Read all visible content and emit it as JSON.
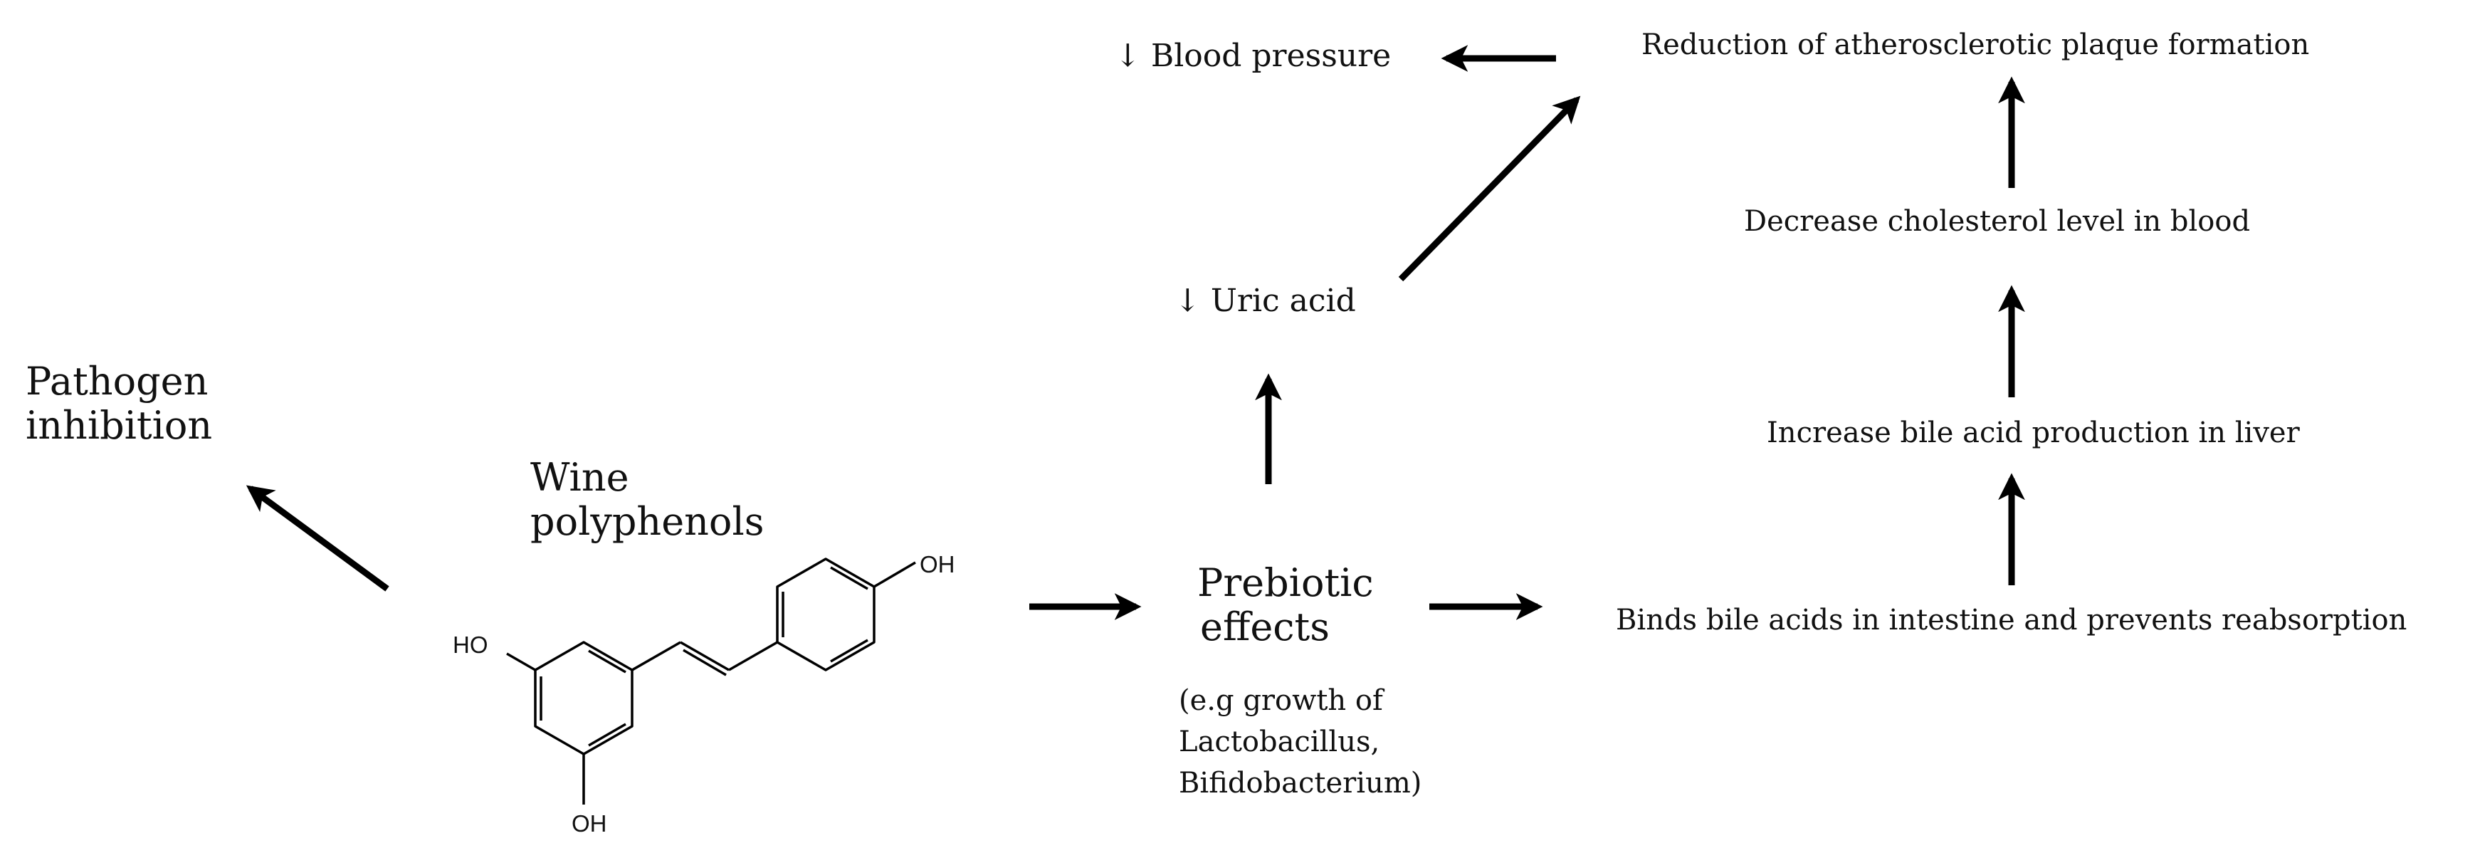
{
  "labels": {
    "pathogen": [
      "Pathogen",
      "inhibition"
    ],
    "wine": [
      "Wine",
      "polyphenols"
    ],
    "prebiotic": [
      "Prebiotic",
      "effects"
    ],
    "prebiotic_examples": [
      "(e.g growth of",
      "Lactobacillus,",
      "Bifidobacterium)"
    ],
    "uric_acid": "↓ Uric acid",
    "blood_pressure": "↓ Blood pressure",
    "plaque": "Reduction of atherosclerotic plaque formation",
    "cholesterol": "Decrease cholesterol level in blood",
    "bile_production": "Increase bile acid production in liver",
    "bile_binding": "Binds bile acids in intestine and prevents reabsorption"
  },
  "molecule": {
    "substituents": [
      "HO",
      "OH",
      "OH"
    ]
  },
  "colors": {
    "stroke": "#000000",
    "text": "#111111"
  }
}
